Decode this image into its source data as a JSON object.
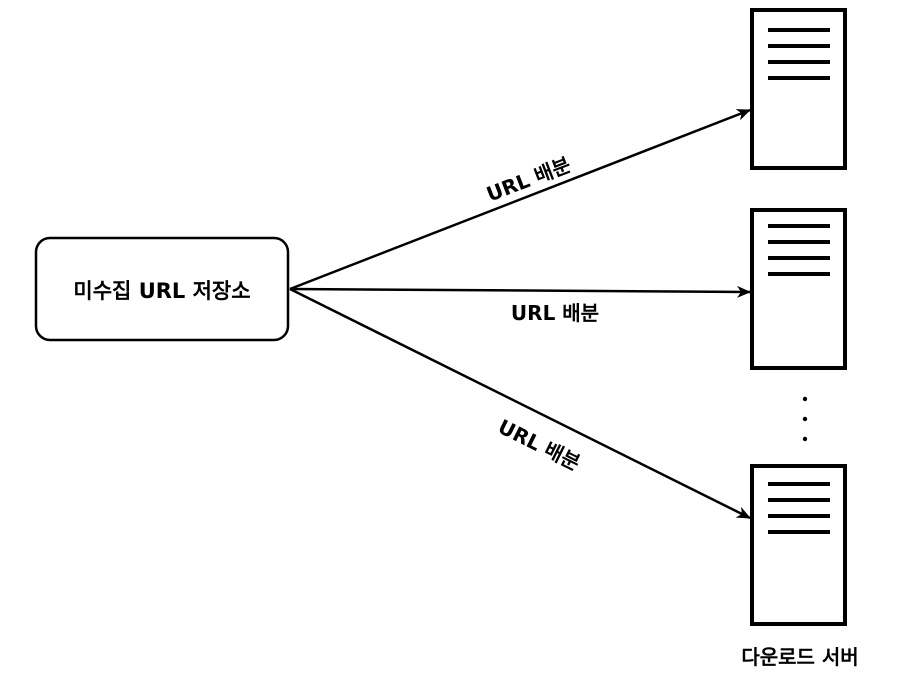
{
  "source": {
    "label": "미수집 URL 저장소"
  },
  "edges": [
    {
      "label": "URL 배분"
    },
    {
      "label": "URL 배분"
    },
    {
      "label": "URL 배분"
    }
  ],
  "servers": {
    "ellipsis": "· · ·",
    "caption": "다운로드 서버",
    "count": 3
  },
  "colors": {
    "stroke": "#000000",
    "background": "#ffffff"
  }
}
